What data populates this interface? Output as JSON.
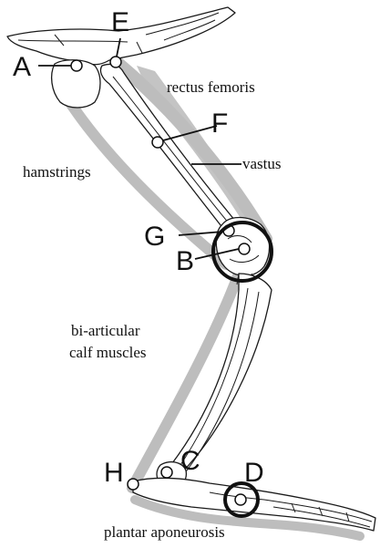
{
  "labels": {
    "A": "A",
    "B": "B",
    "C": "C",
    "D": "D",
    "E": "E",
    "F": "F",
    "G": "G",
    "H": "H"
  },
  "muscles": {
    "rectus_femoris": "rectus femoris",
    "vastus": "vastus",
    "hamstrings": "hamstrings",
    "calf_line1": "bi-articular",
    "calf_line2": "calf muscles",
    "plantar": "plantar aponeurosis"
  },
  "colors": {
    "muscle_band": "#bdbdbd",
    "bone_outline": "#1a1a1a",
    "marker_ring": "#111111"
  }
}
